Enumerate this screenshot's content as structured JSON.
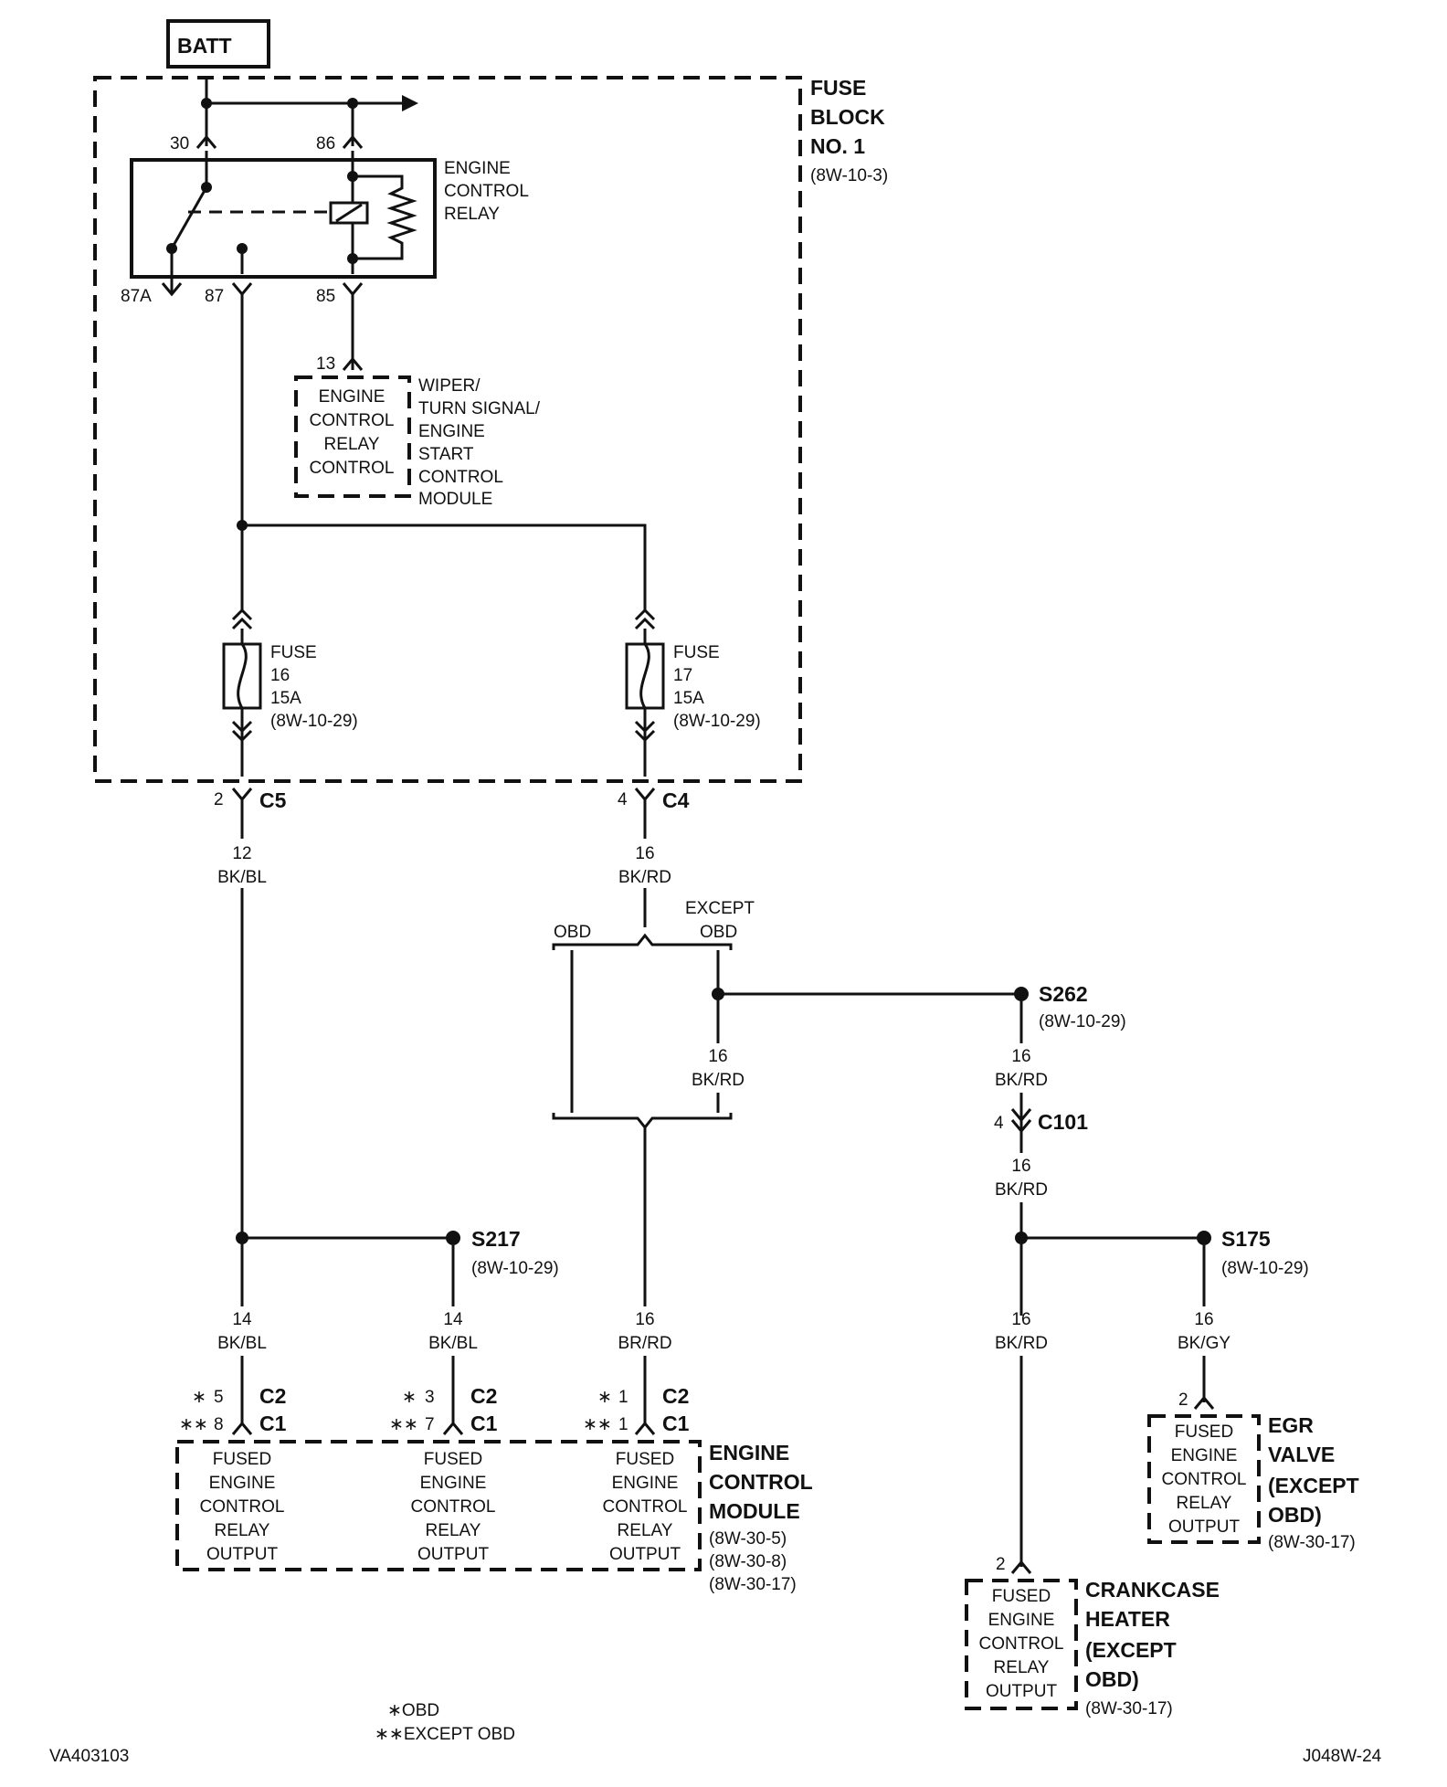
{
  "battery": "BATT",
  "fuse_block": {
    "line1": "FUSE",
    "line2": "BLOCK",
    "line3": "NO. 1",
    "ref": "(8W-10-3)"
  },
  "relay": {
    "line1": "ENGINE",
    "line2": "CONTROL",
    "line3": "RELAY",
    "pins": {
      "p30": "30",
      "p86": "86",
      "p87a": "87A",
      "p87": "87",
      "p85": "85"
    }
  },
  "wiper_module": {
    "pin": "13",
    "box": [
      "ENGINE",
      "CONTROL",
      "RELAY",
      "CONTROL"
    ],
    "name": [
      "WIPER/",
      "TURN SIGNAL/",
      "ENGINE",
      "START",
      "CONTROL",
      "MODULE"
    ]
  },
  "fuse16": {
    "l1": "FUSE",
    "l2": "16",
    "l3": "15A",
    "l4": "(8W-10-29)"
  },
  "fuse17": {
    "l1": "FUSE",
    "l2": "17",
    "l3": "15A",
    "l4": "(8W-10-29)"
  },
  "c5": {
    "pin": "2",
    "name": "C5"
  },
  "c4": {
    "pin": "4",
    "name": "C4"
  },
  "wires": {
    "w1_gauge": "12",
    "w1_color": "BK/BL",
    "w2_gauge": "16",
    "w2_color": "BK/RD",
    "w3_gauge": "16",
    "w3_color": "BK/RD",
    "w4_gauge": "16",
    "w4_color": "BK/RD",
    "w5_gauge": "16",
    "w5_color": "BK/RD",
    "w6_gauge": "14",
    "w6_color": "BK/BL",
    "w7_gauge": "14",
    "w7_color": "BK/BL",
    "w8_gauge": "16",
    "w8_color": "BR/RD",
    "w9_gauge": "16",
    "w9_color": "BK/RD",
    "w10_gauge": "16",
    "w10_color": "BK/GY"
  },
  "branch": {
    "obd": "OBD",
    "except1": "EXCEPT",
    "except2": "OBD"
  },
  "s262": {
    "name": "S262",
    "ref": "(8W-10-29)"
  },
  "c101": {
    "pin": "4",
    "name": "C101"
  },
  "s217": {
    "name": "S217",
    "ref": "(8W-10-29)"
  },
  "s175": {
    "name": "S175",
    "ref": "(8W-10-29)"
  },
  "ecm_pins": {
    "a_top": "5",
    "a_bot": "8",
    "b_top": "3",
    "b_bot": "7",
    "c_top": "1",
    "c_bot": "1",
    "c2": "C2",
    "c1": "C1",
    "star1": "∗",
    "star2": "∗∗"
  },
  "ecm_box": [
    "FUSED",
    "ENGINE",
    "CONTROL",
    "RELAY",
    "OUTPUT"
  ],
  "ecm": {
    "line1": "ENGINE",
    "line2": "CONTROL",
    "line3": "MODULE",
    "ref1": "(8W-30-5)",
    "ref2": "(8W-30-8)",
    "ref3": "(8W-30-17)"
  },
  "egr": {
    "pin": "2",
    "box": [
      "FUSED",
      "ENGINE",
      "CONTROL",
      "RELAY",
      "OUTPUT"
    ],
    "line1": "EGR",
    "line2": "VALVE",
    "line3": "(EXCEPT",
    "line4": "OBD)",
    "ref": "(8W-30-17)"
  },
  "crankcase": {
    "pin": "2",
    "box": [
      "FUSED",
      "ENGINE",
      "CONTROL",
      "RELAY",
      "OUTPUT"
    ],
    "line1": "CRANKCASE",
    "line2": "HEATER",
    "line3": "(EXCEPT",
    "line4": "OBD)",
    "ref": "(8W-30-17)"
  },
  "legend": {
    "obd": "∗OBD",
    "except_obd": "∗∗EXCEPT OBD"
  },
  "footer": {
    "left": "VA403103",
    "right": "J048W-24"
  }
}
